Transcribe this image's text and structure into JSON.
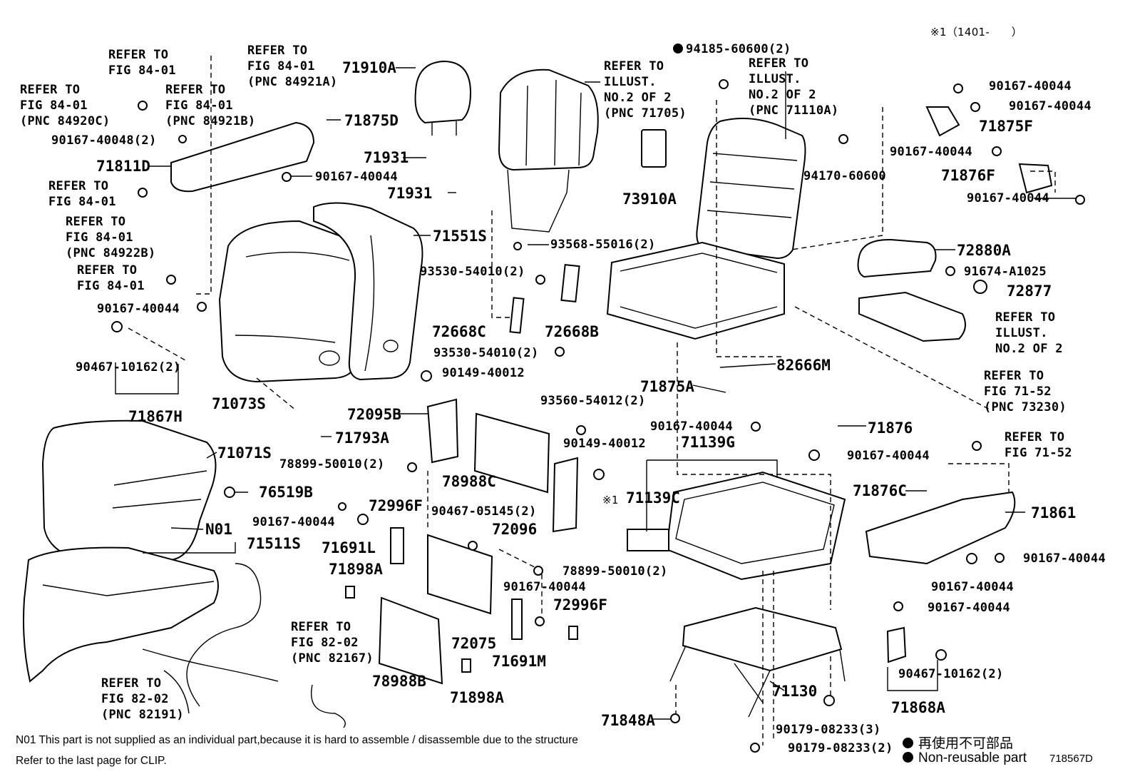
{
  "header": {
    "note_mark": "※1（1401-　　）"
  },
  "callouts": {
    "refer_84_01_clip": "REFER TO\nFIG 84-01",
    "refer_84921a": "REFER TO\nFIG 84-01\n(PNC 84921A)",
    "refer_84920c": "REFER TO\nFIG 84-01\n(PNC 84920C)",
    "refer_84921b": "REFER TO\nFIG 84-01\n(PNC 84921B)",
    "refer_84_01_b": "REFER TO\nFIG 84-01",
    "refer_84922b": "REFER TO\nFIG 84-01\n(PNC 84922B)",
    "refer_84_01_c": "REFER TO\nFIG 84-01",
    "refer_71705": "REFER TO\nILLUST.\nNO.2 OF 2\n(PNC 71705)",
    "refer_71110a": "REFER TO\nILLUST.\nNO.2 OF 2\n(PNC 71110A)",
    "refer_illust_2": "REFER TO\nILLUST.\nNO.2 OF 2",
    "refer_73230": "REFER TO\nFIG 71-52\n(PNC 73230)",
    "refer_71_52": "REFER TO\nFIG 71-52",
    "refer_82167": "REFER TO\nFIG 82-02\n(PNC 82167)",
    "refer_82191": "REFER TO\nFIG 82-02\n(PNC 82191)"
  },
  "parts": {
    "p71910A": "71910A",
    "p71875D": "71875D",
    "p90167_40048": "90167-40048(2)",
    "p71811D": "71811D",
    "p90167_40044_a": "90167-40044",
    "p71931_a": "71931",
    "p71931_b": "71931",
    "p71551S": "71551S",
    "p90167_40044_b": "90167-40044",
    "p90467_10162_a": "90467-10162(2)",
    "p71867H": "71867H",
    "p71073S": "71073S",
    "p71793A": "71793A",
    "p71071S": "71071S",
    "p76519B": "76519B",
    "pN01": "N01",
    "p71511S": "71511S",
    "p93568_55016": "93568-55016(2)",
    "p93530_54010_a": "93530-54010(2)",
    "p72668C": "72668C",
    "p72668B": "72668B",
    "p93530_54010_b": "93530-54010(2)",
    "p90149_40012_a": "90149-40012",
    "p72095B": "72095B",
    "p93560_54012": "93560-54012(2)",
    "p90149_40012_b": "90149-40012",
    "p78899_50010_a": "78899-50010(2)",
    "p78988C": "78988C",
    "p72996F_a": "72996F",
    "p90167_40044_c": "90167-40044",
    "p90467_05145": "90467-05145(2)",
    "p72096": "72096",
    "p71691L": "71691L",
    "p71898A_a": "71898A",
    "p78899_50010_b": "78899-50010(2)",
    "p90167_40044_d": "90167-40044",
    "p72996F_b": "72996F",
    "p72075": "72075",
    "p71691M": "71691M",
    "p78988B": "78988B",
    "p71898A_b": "71898A",
    "p94185_60600": "94185-60600(2)",
    "p73910A": "73910A",
    "p94170_60600": "94170-60600",
    "p90167_40044_e": "90167-40044",
    "p90167_40044_f": "90167-40044",
    "p71875F": "71875F",
    "p90167_40044_g": "90167-40044",
    "p71876F": "71876F",
    "p90167_40044_h": "90167-40044",
    "p72880A": "72880A",
    "p91674_A1025": "91674-A1025",
    "p72877": "72877",
    "p82666M": "82666M",
    "p71875A": "71875A",
    "p90167_40044_i": "90167-40044",
    "p71876": "71876",
    "p90167_40044_j": "90167-40044",
    "p71139G": "71139G",
    "p71139C_mark": "※1",
    "p71139C": "71139C",
    "p71876C": "71876C",
    "p71861": "71861",
    "p90167_40044_k": "90167-40044",
    "p90167_40044_l": "90167-40044",
    "p90167_40044_m": "90167-40044",
    "p90467_10162_b": "90467-10162(2)",
    "p71868A": "71868A",
    "p71130": "71130",
    "p71848A": "71848A",
    "p90179_08233_a": "90179-08233(3)",
    "p90179_08233_b": "90179-08233(2)"
  },
  "footer": {
    "note_n01": "N01 This part is not supplied as an individual part,because it is hard to assemble / disassemble due to the structure",
    "note_clip": "Refer to the last page for CLIP.",
    "legend_jp": "再使用不可部品",
    "legend_en": "Non-reusable part",
    "illustration_id": "718567D"
  }
}
